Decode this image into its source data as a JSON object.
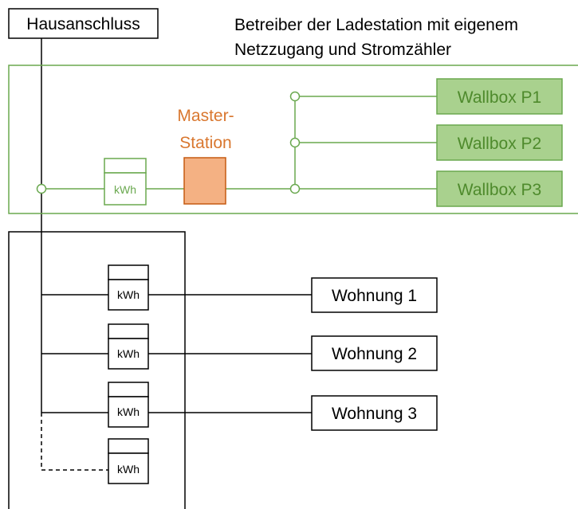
{
  "house_connection": {
    "label": "Hausanschluss"
  },
  "operator_note": {
    "line1": "Betreiber der Ladestation mit eigenem",
    "line2": "Netzzugang und Stromzähler"
  },
  "charging_area": {
    "meter_label": "kWh",
    "master_station": {
      "line1": "Master-",
      "line2": "Station"
    },
    "wallboxes": [
      {
        "label": "Wallbox P1"
      },
      {
        "label": "Wallbox P2"
      },
      {
        "label": "Wallbox P3"
      }
    ]
  },
  "building_meters": {
    "meters": [
      {
        "label": "kWh"
      },
      {
        "label": "kWh"
      },
      {
        "label": "kWh"
      },
      {
        "label": "kWh"
      }
    ],
    "apartments": [
      {
        "label": "Wohnung 1"
      },
      {
        "label": "Wohnung 2"
      },
      {
        "label": "Wohnung 3"
      }
    ]
  },
  "colors": {
    "green": "#6aa84f",
    "green_fill": "#a9d18e",
    "green_text": "#4e8a2c",
    "orange": "#c55a11",
    "orange_fill": "#f4b183",
    "orange_text": "#d9772f",
    "black": "#000000"
  }
}
